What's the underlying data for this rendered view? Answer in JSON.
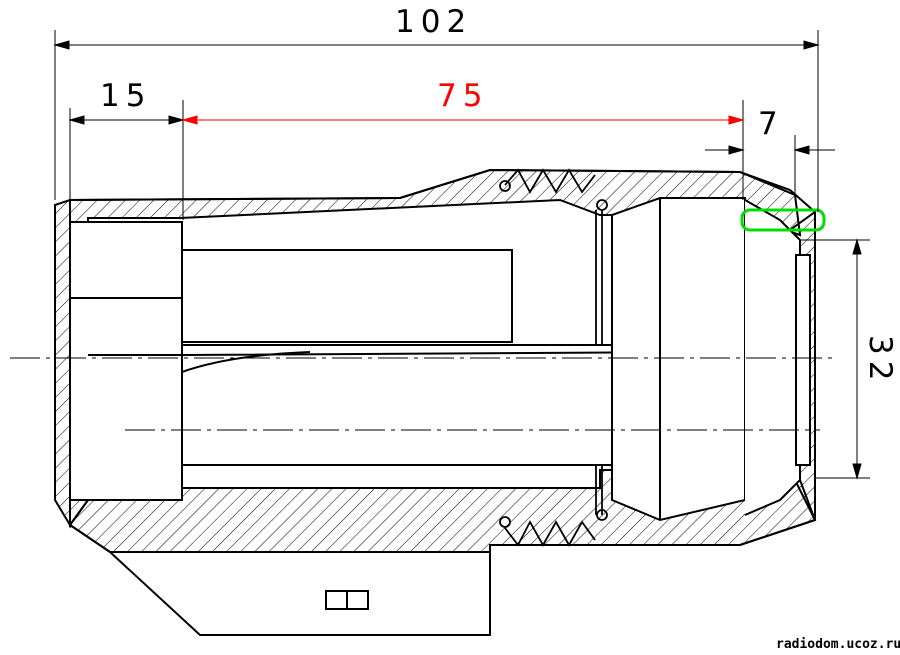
{
  "dimensions": {
    "overall": "102",
    "left_section": "15",
    "middle_section": "75",
    "right_section": "7",
    "height": "32"
  },
  "watermark": "radiodom.ucoz.ru",
  "colors": {
    "line": "#000000",
    "highlight_dimension": "#ff0000",
    "highlight_part": "#00dd00",
    "background": "#ffffff"
  }
}
